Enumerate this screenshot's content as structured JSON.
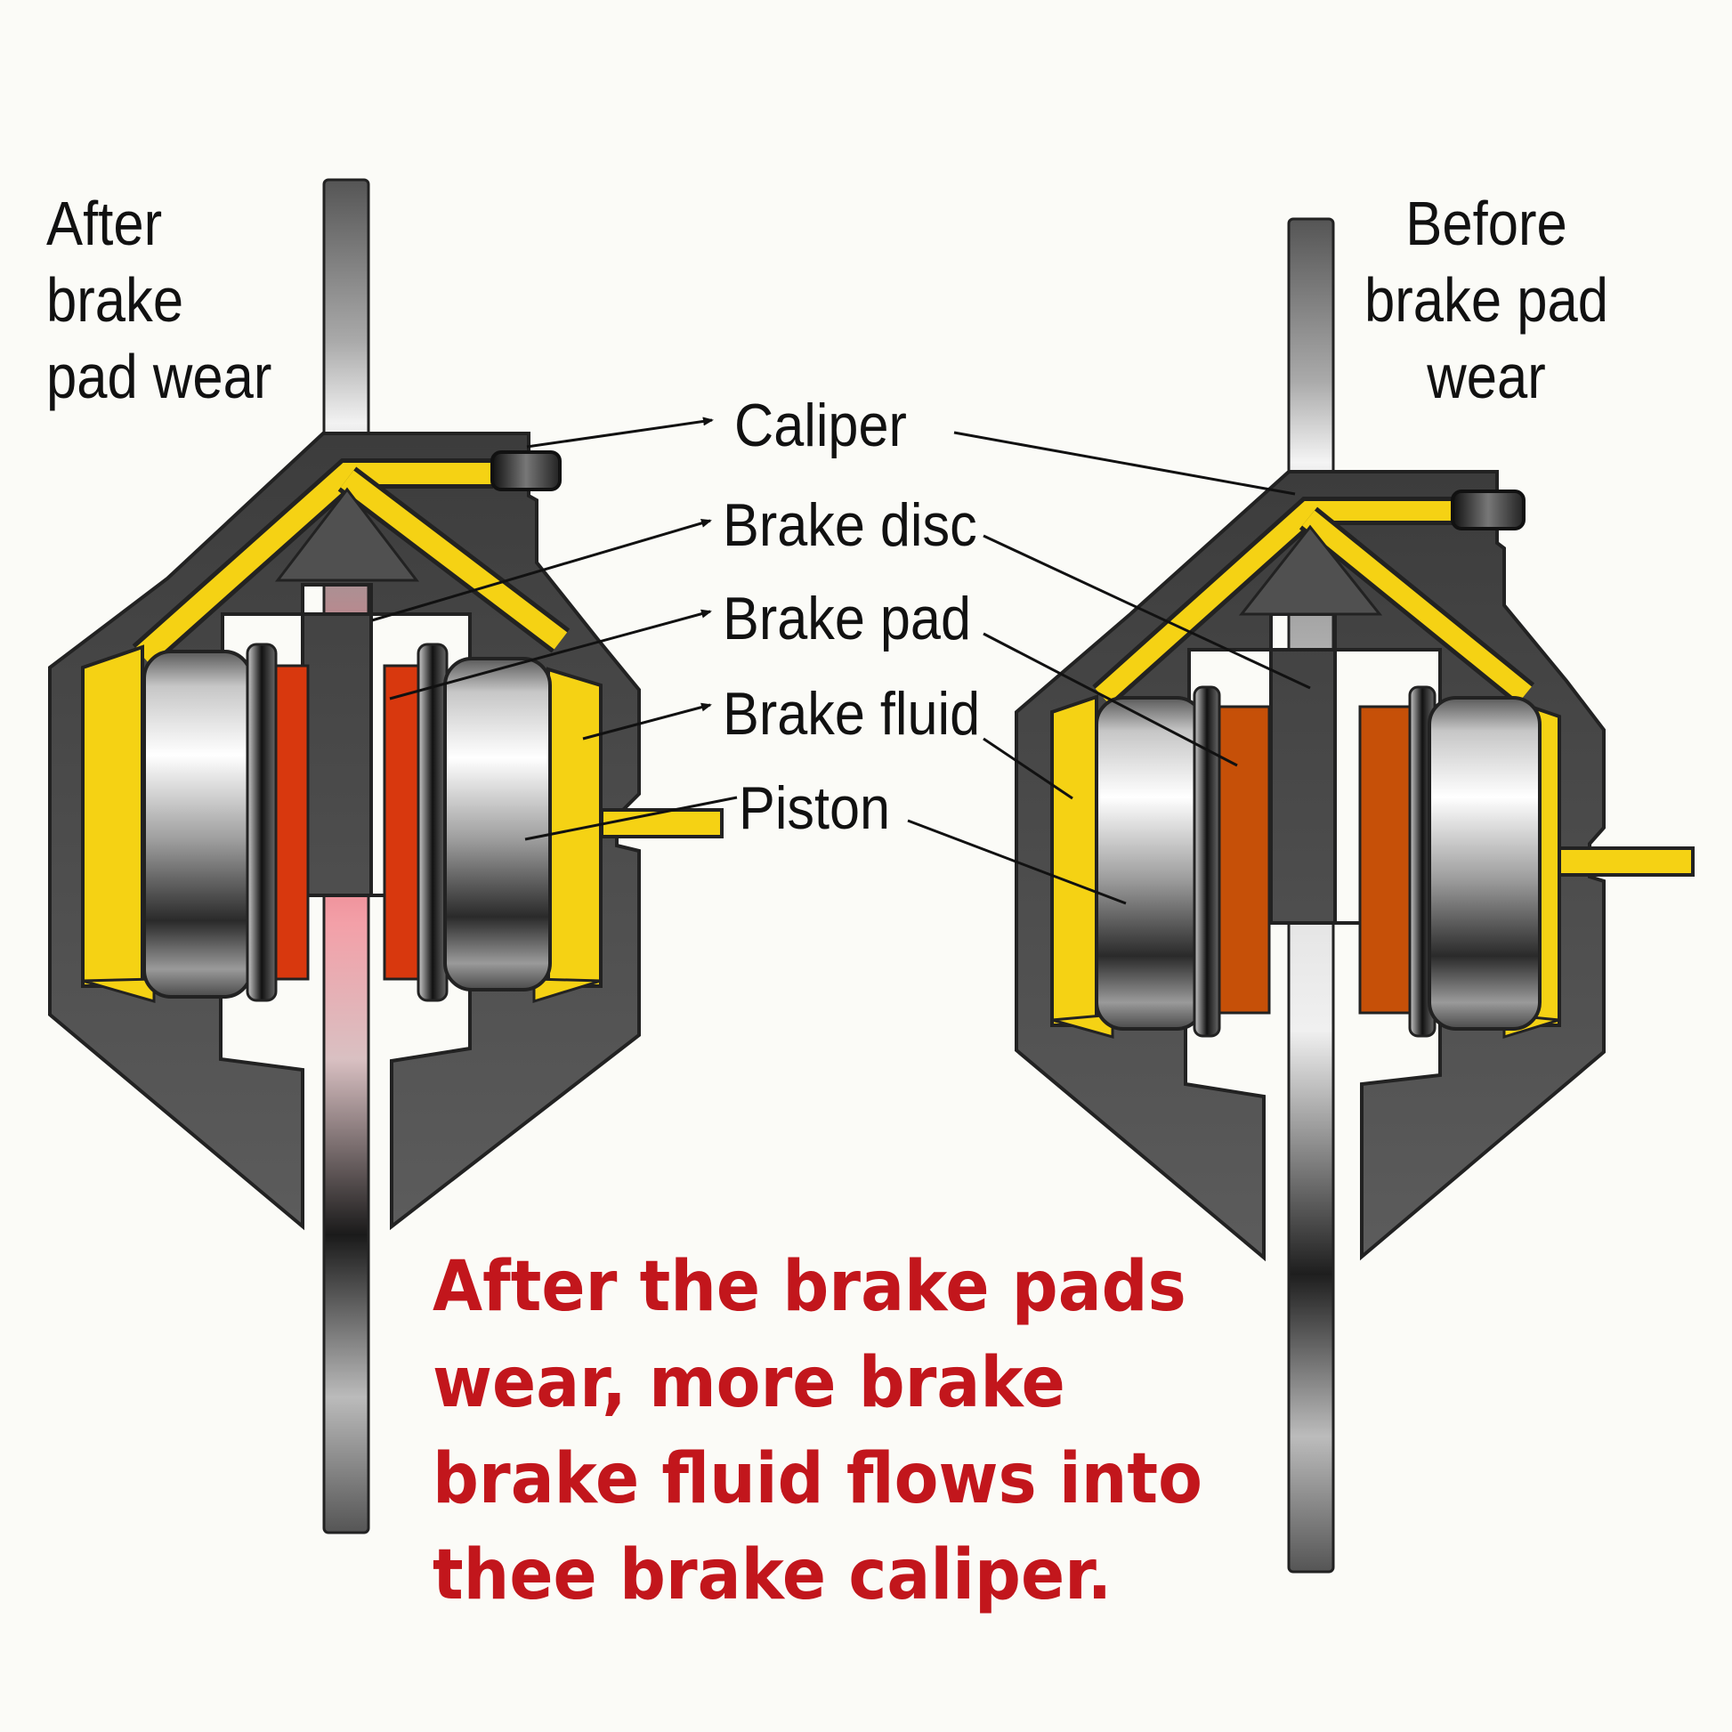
{
  "titles": {
    "after": [
      "After",
      "brake",
      "pad wear"
    ],
    "before": [
      "Before",
      "brake pad",
      "wear"
    ]
  },
  "labels": {
    "caliper": "Caliper",
    "brake_disc": "Brake disc",
    "brake_pad": "Brake pad",
    "brake_fluid": "Brake fluid",
    "piston": "Piston"
  },
  "caption": [
    "After the brake pads",
    "wear, more brake",
    "brake fluid flows into",
    "thee brake caliper."
  ],
  "colors": {
    "caliper_body": "#4a4a4a",
    "brake_fluid": "#f5d214",
    "brake_pad_worn": "#d8380e",
    "brake_pad_new": "#c65008",
    "disc_hot": "#e8707a",
    "caption_text": "#c2161c",
    "background": "#fbfbf7"
  }
}
